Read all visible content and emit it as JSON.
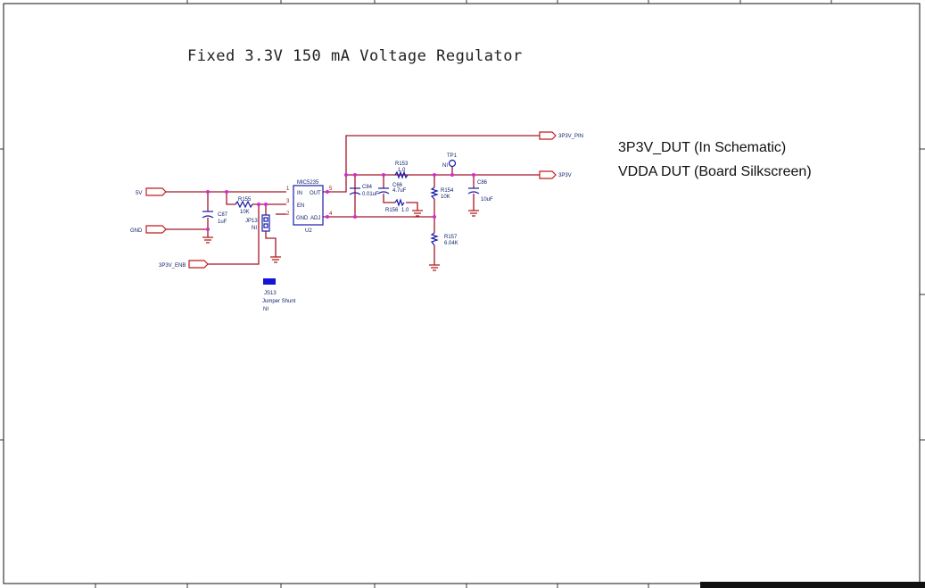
{
  "sheet": {
    "title": "Fixed 3.3V 150 mA Voltage Regulator",
    "notes": [
      "3P3V_DUT (In Schematic)",
      "VDDA DUT (Board Silkscreen)"
    ]
  },
  "ports": {
    "in_5v": "5V",
    "gnd": "GND",
    "enable": "3P3V_ENB",
    "out_pin": "3P3V_PIN",
    "out_3p3v": "3P3V"
  },
  "regulator": {
    "part": "MIC5235",
    "ref": "U2",
    "pin_in": "IN",
    "pin_out": "OUT",
    "pin_en": "EN",
    "pin_gnd": "GND",
    "pin_adj": "ADJ",
    "num_in": "1",
    "num_en": "3",
    "num_gnd": "2",
    "num_out": "5",
    "num_adj": "4"
  },
  "components": {
    "c87": {
      "ref": "C87",
      "value": "1uF"
    },
    "r155": {
      "ref": "R155",
      "value": "10K"
    },
    "jp13": {
      "ref": "JP13",
      "value": "NI"
    },
    "c84": {
      "ref": "C84",
      "value": "0.01uF"
    },
    "c66": {
      "ref": "C66",
      "value": "4.7uF"
    },
    "r153": {
      "ref": "R153",
      "value": "1.0"
    },
    "r156": {
      "ref": "R156",
      "value": "1.0"
    },
    "r154": {
      "ref": "R154",
      "value": "10K"
    },
    "r157": {
      "ref": "R157",
      "value": "6.04K"
    },
    "c86": {
      "ref": "C86",
      "value": "10uF"
    },
    "tp1": {
      "ref": "TP1",
      "value": "NI"
    },
    "js13": {
      "ref": "JS13",
      "desc": "Jumper Shunt",
      "value": "NI"
    }
  },
  "colors": {
    "wire": "#a3172a",
    "component": "#1a1aa8",
    "junction": "#d42ad4",
    "shunt": "#1414d8"
  }
}
